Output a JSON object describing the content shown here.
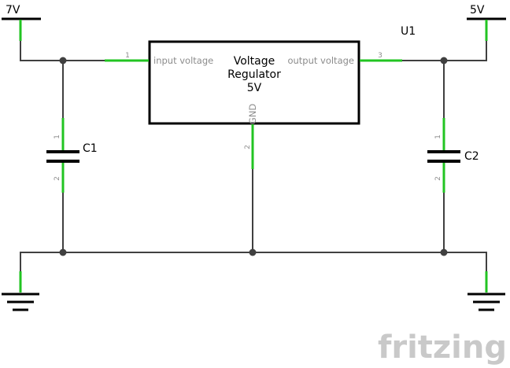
{
  "title": "",
  "rails": {
    "input": "7V",
    "output": "5V"
  },
  "regulator": {
    "ref": "U1",
    "name_line1": "Voltage",
    "name_line2": "Regulator",
    "name_line3": "5V",
    "pin_in_label": "input voltage",
    "pin_out_label": "output voltage",
    "pin_gnd_label": "GND",
    "pin_in_num": "1",
    "pin_out_num": "3",
    "pin_gnd_num": "2"
  },
  "capacitors": {
    "c1": {
      "ref": "C1",
      "pin1": "1",
      "pin2": "2"
    },
    "c2": {
      "ref": "C2",
      "pin1": "1",
      "pin2": "2"
    }
  },
  "brand": "fritzing",
  "colors": {
    "wire": "#404040",
    "pin": "#22c422",
    "pin_label": "#8c8c8c",
    "brand": "#c9c9c9"
  }
}
